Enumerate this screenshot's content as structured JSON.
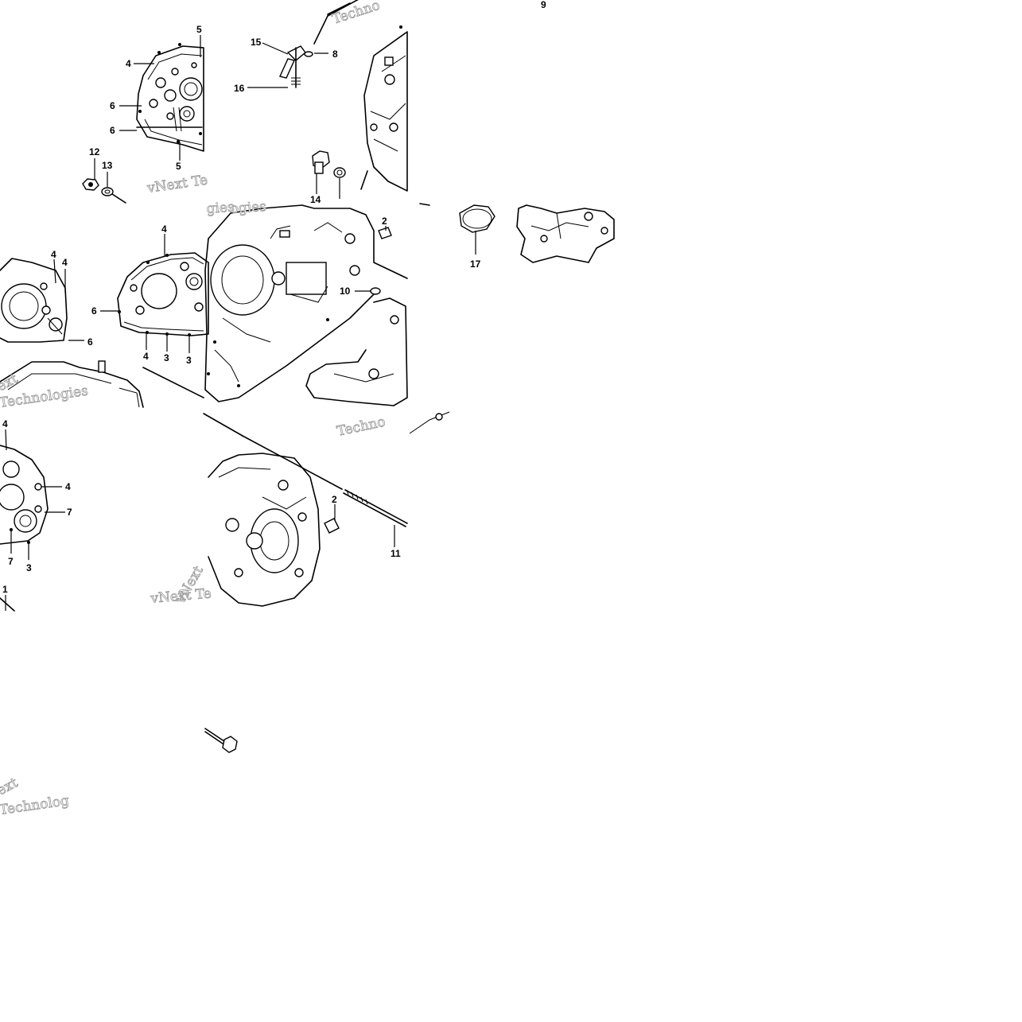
{
  "watermark": {
    "text_full": "vNext Technologies",
    "text_brand": "vNext",
    "text_word": "Technologies",
    "text_tech": "Techno",
    "text_short": "Technolog",
    "text_ext": "ext",
    "text_ies": "ogies",
    "text_gies": "gies",
    "text_te": "vNext Te"
  },
  "callouts": {
    "c1": "1",
    "c2a": "2",
    "c2b": "2",
    "c3a": "3",
    "c3b": "3",
    "c3c": "3",
    "c4a": "4",
    "c4b": "4",
    "c4c": "4",
    "c4d": "4",
    "c4e": "4",
    "c4f": "4",
    "c4g": "4",
    "c5a": "5",
    "c5b": "5",
    "c6a": "6",
    "c6b": "6",
    "c6c": "6",
    "c6d": "6",
    "c7a": "7",
    "c7b": "7",
    "c8": "8",
    "c9": "9",
    "c10": "10",
    "c11": "11",
    "c12": "12",
    "c13": "13",
    "c14": "14",
    "c15": "15",
    "c16": "16",
    "c17": "17"
  }
}
